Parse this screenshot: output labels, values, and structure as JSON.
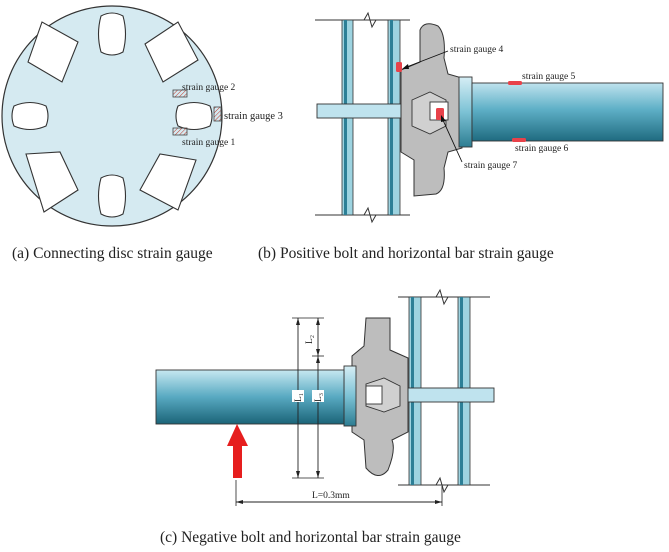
{
  "panels": {
    "a": {
      "caption": "(a) Connecting disc strain gauge",
      "gauge_labels": {
        "g1": "strain gauge 1",
        "g2": "strain gauge 2",
        "g3": "strain gauge 3"
      }
    },
    "b": {
      "caption": "(b) Positive bolt and horizontal bar strain gauge",
      "gauge_labels": {
        "g4": "strain gauge 4",
        "g5": "strain gauge 5",
        "g6": "strain gauge 6",
        "g7": "strain gauge 7"
      }
    },
    "c": {
      "caption": "(c) Negative bolt and horizontal bar strain gauge",
      "dimensions": {
        "l1": "L₁",
        "l2": "L₂",
        "l3": "L₃",
        "length": "L=0.3mm"
      }
    }
  },
  "colors": {
    "disc_fill": "#d5eaf1",
    "bar_dark": "#2c7f96",
    "bar_light": "#bfe3ee",
    "plate_fill": "#9dd3e0",
    "plate_dark": "#1f5f70",
    "connector_gray": "#bdbdbd",
    "gauge_red": "#e8424a",
    "arrow_red": "#e61e1e"
  }
}
